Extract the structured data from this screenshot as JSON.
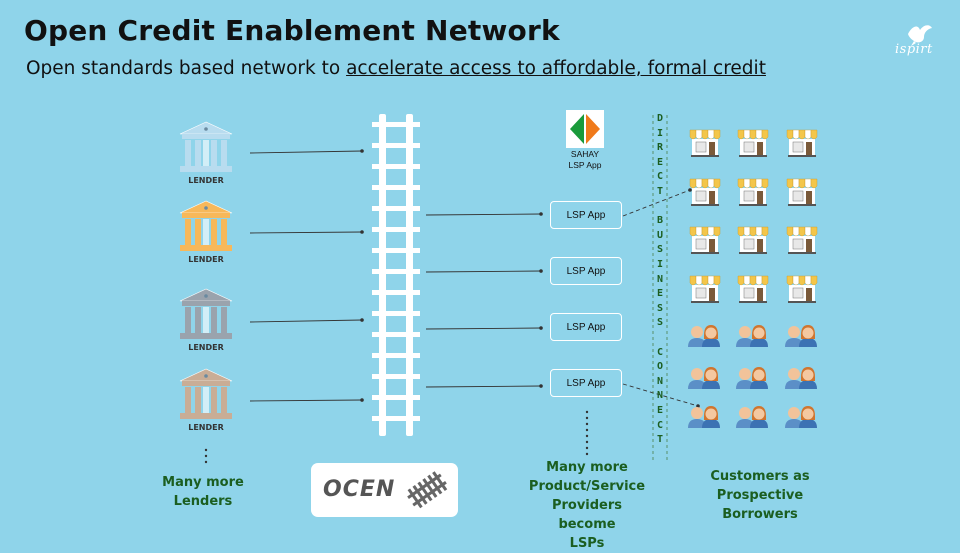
{
  "header": {
    "title": "Open Credit Enablement Network",
    "subtitle_plain": "Open standards based network to ",
    "subtitle_underlined": "accelerate access to affordable, formal credit"
  },
  "brand": {
    "logo_text": "ispirt"
  },
  "lenders": {
    "label": "LENDER",
    "colors": [
      "#b8dcef",
      "#f7b85a",
      "#9aa3ad",
      "#c9ad96"
    ],
    "caption": [
      "Many more",
      "Lenders"
    ]
  },
  "rail": {
    "logo_text": "OCEN"
  },
  "lsp": {
    "app_label": "LSP App",
    "sahay_name": "SAHAY",
    "sahay_sub": "LSP App",
    "caption": [
      "Many more",
      "Product/Service",
      "Providers become",
      "LSPs"
    ]
  },
  "direct_business_connect": [
    "D",
    "I",
    "R",
    "E",
    "C",
    "T",
    "",
    "B",
    "U",
    "S",
    "I",
    "N",
    "E",
    "S",
    "S",
    "",
    "C",
    "O",
    "N",
    "N",
    "E",
    "C",
    "T"
  ],
  "customers": {
    "caption": [
      "Customers as",
      "Prospective",
      "Borrowers"
    ]
  }
}
